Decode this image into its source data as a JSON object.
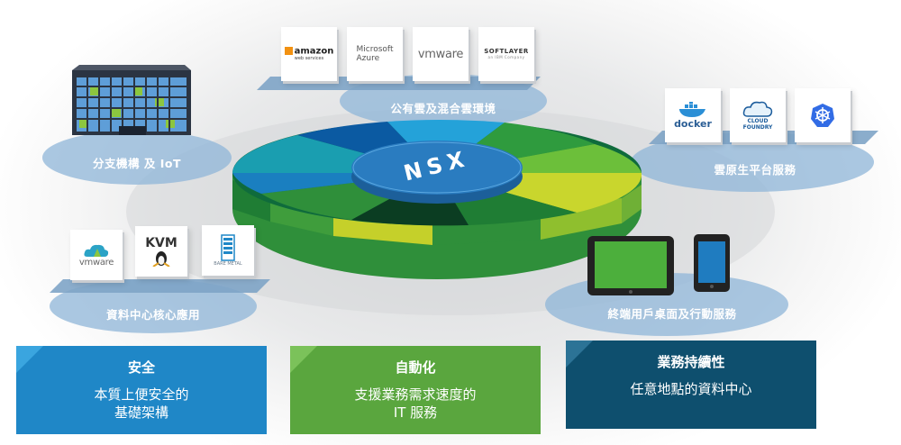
{
  "hub": {
    "label": "NSX"
  },
  "nodes": {
    "public_cloud": {
      "label": "公有雲及混合雲環境"
    },
    "branch": {
      "label": "分支機構 及 IoT"
    },
    "cloud_native": {
      "label": "雲原生平台服務"
    },
    "datacenter": {
      "label": "資料中心核心應用"
    },
    "endpoint": {
      "label": "終端用戶桌面及行動服務"
    }
  },
  "logos": {
    "amazon": {
      "name": "amazon",
      "sub": "web services"
    },
    "azure": {
      "line1": "Microsoft",
      "line2": "Azure"
    },
    "vmware": {
      "text": "vmware"
    },
    "softlayer": {
      "name": "SOFTLAYER",
      "sub": "an IBM Company"
    },
    "docker": {
      "text": "docker"
    },
    "cloudfoundry": {
      "line1": "CLOUD",
      "line2": "FOUNDRY"
    },
    "vmware_dc": {
      "text": "vmware"
    },
    "kvm": {
      "text": "KVM"
    },
    "bare_metal": {
      "text": "BARE METAL"
    }
  },
  "panels": [
    {
      "title": "安全",
      "line1": "本質上便安全的",
      "line2": "基礎架構",
      "color": "#1f87c7",
      "fold": "#3aa5df"
    },
    {
      "title": "自動化",
      "line1": "支援業務需求速度的",
      "line2": "IT 服務",
      "color": "#5aa63e",
      "fold": "#7bc25a"
    },
    {
      "title": "業務持續性",
      "line1": "任意地點的資料中心",
      "line2": "",
      "color": "#0e4f6e",
      "fold": "#2c7396"
    }
  ],
  "colors": {
    "platform_top_center": "#2a7cc0",
    "ring_blue": "#0b5aa2",
    "ring_green": "#3f9d3c",
    "ring_lime": "#c6d12a"
  }
}
